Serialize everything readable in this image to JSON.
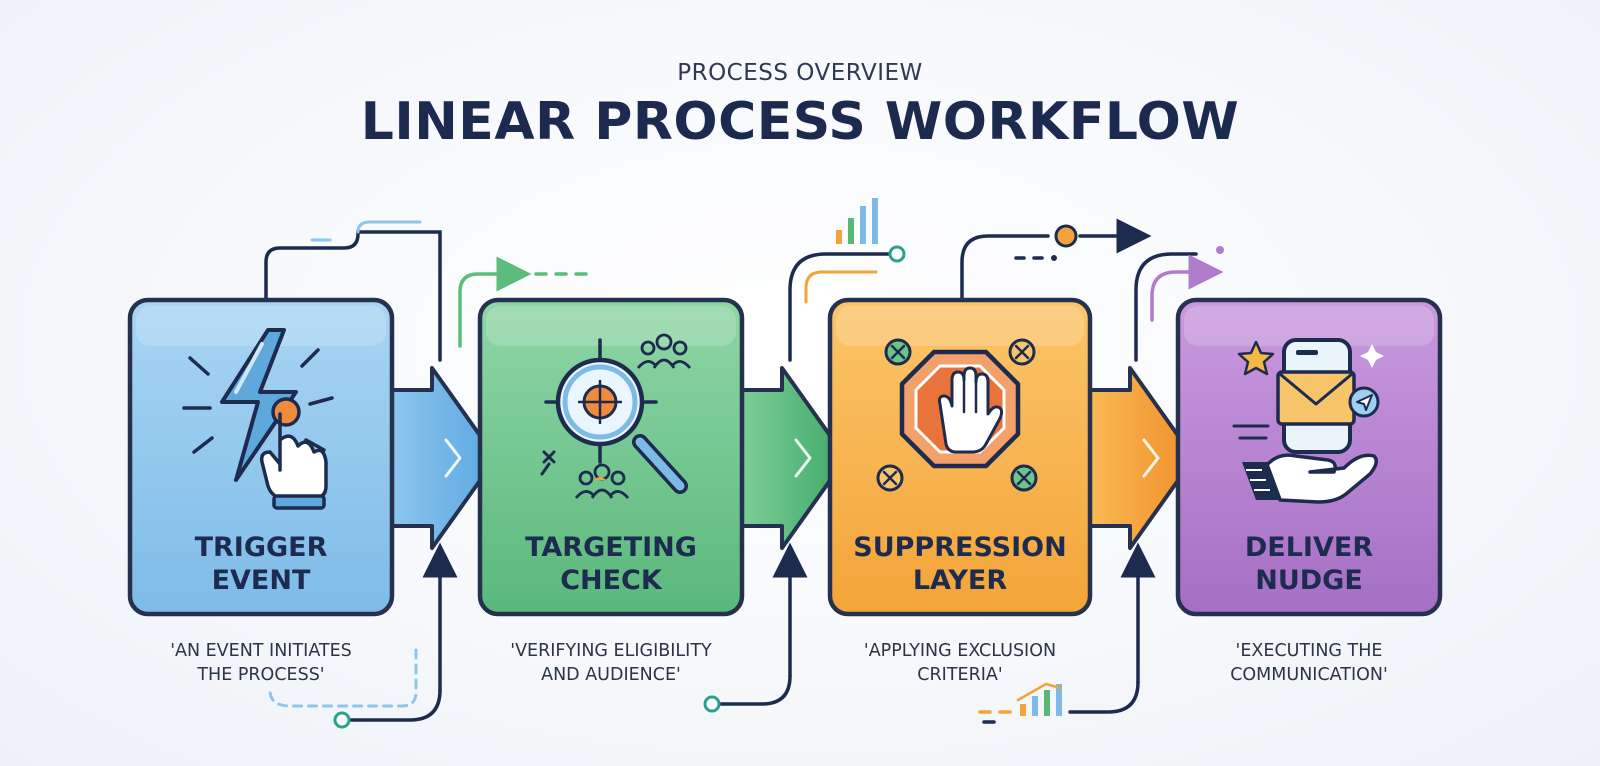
{
  "header": {
    "eyebrow": "PROCESS OVERVIEW",
    "title": "LINEAR PROCESS WORKFLOW"
  },
  "steps": [
    {
      "label_line1": "TRIGGER",
      "label_line2": "EVENT",
      "desc_line1": "'AN EVENT INITIATES",
      "desc_line2": "THE PROCESS'",
      "icon": "lightning-bolt-tap-icon",
      "color": "#8fc6ec",
      "border": "#26314f"
    },
    {
      "label_line1": "TARGETING",
      "label_line2": "CHECK",
      "desc_line1": "'VERIFYING ELIGIBILITY",
      "desc_line2": "AND AUDIENCE'",
      "icon": "magnifier-target-icon",
      "color": "#6cc48a",
      "border": "#26314f"
    },
    {
      "label_line1": "SUPPRESSION",
      "label_line2": "LAYER",
      "desc_line1": "'APPLYING EXCLUSION",
      "desc_line2": "CRITERIA'",
      "icon": "stop-hand-icon",
      "color": "#f7b149",
      "border": "#26314f"
    },
    {
      "label_line1": "DELIVER",
      "label_line2": "NUDGE",
      "desc_line1": "'EXECUTING THE",
      "desc_line2": "COMMUNICATION'",
      "icon": "phone-envelope-hand-icon",
      "color": "#b77fcf",
      "border": "#26314f"
    }
  ],
  "palette": {
    "navy": "#1d2b4f",
    "blue": "#7dbbe6",
    "green": "#58b878",
    "orange": "#f2a43a",
    "purple": "#a96fc6",
    "accent_orange": "#f08a3c"
  }
}
